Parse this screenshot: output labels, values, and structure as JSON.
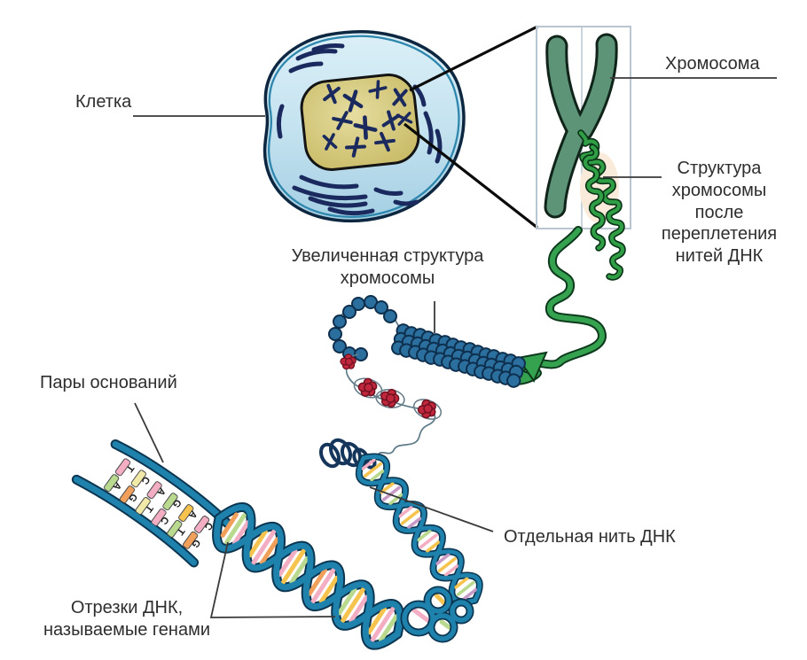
{
  "labels": {
    "cell": "Клетка",
    "chromosome": "Хромосома",
    "chromosome_structure": "Структура хромосомы после переплетения нитей ДНК",
    "enlarged_structure": "Увеличенная структура хромосомы",
    "base_pairs": "Пары оснований",
    "dna_strand": "Отдельная нить ДНК",
    "genes": "Отрезки ДНК,\nназываемые генами"
  },
  "dna_ladder": {
    "pairs": [
      {
        "left": "T",
        "right": "A"
      },
      {
        "left": "C",
        "right": "G"
      },
      {
        "left": "A",
        "right": "T"
      },
      {
        "left": "G",
        "right": "C"
      },
      {
        "left": "A",
        "right": "T"
      },
      {
        "left": "C",
        "right": "G"
      }
    ]
  },
  "palette": {
    "cell_fill": "#cfe7f3",
    "cell_outline": "#0e2740",
    "cell_inner_membrane": "#2e86ad",
    "nucleus_fill": "#d9d08e",
    "nuclear_chromosomes": "#1b2a5e",
    "chromosome_green": "#5d9478",
    "chromatin_green": "#2f9e44",
    "coil_green": "#35a24f",
    "nucleosome_blue": "#2b6f9e",
    "histone_red": "#c0273c",
    "dna_backbone": "#1f82ad",
    "rung_pink": "#f3aec4",
    "rung_yellow": "#f5c34e",
    "rung_green": "#b9d98e",
    "rung_orange": "#f0a05a",
    "rung_purple": "#c79ac6",
    "box_stroke": "#b9c6d2",
    "label_color": "#2e2e2e"
  }
}
